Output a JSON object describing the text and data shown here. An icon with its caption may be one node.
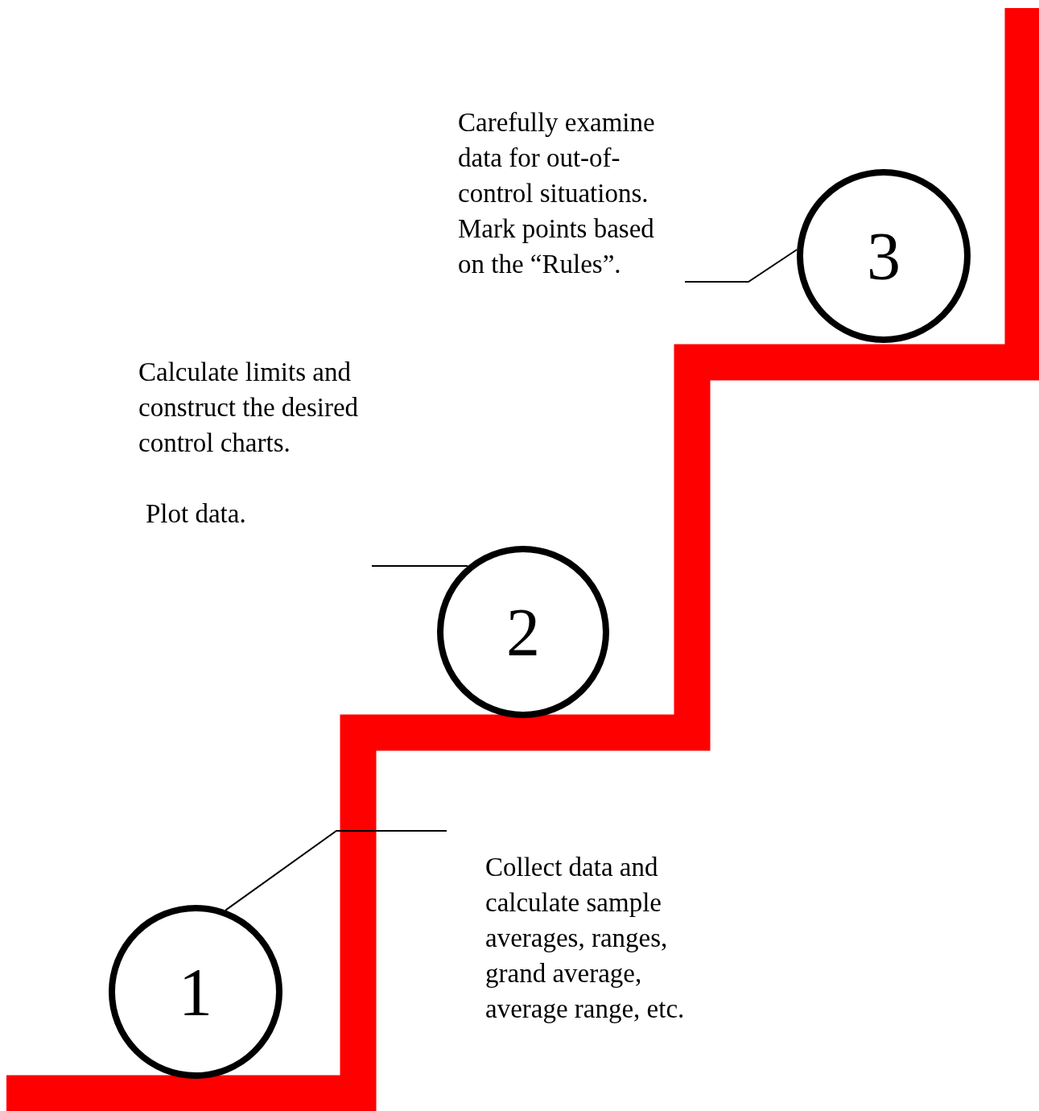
{
  "diagram": {
    "nodes": [
      {
        "text": [
          "Carefully examine data for out-of-control situations. Mark points based on the “Rules”."
        ]
      },
      {
        "text": [
          "3"
        ]
      },
      {
        "text": [
          "Calculate limits and construct the desired control charts.",
          "Plot data."
        ]
      },
      {
        "text": [
          "2"
        ]
      },
      {
        "text": [
          "1"
        ]
      },
      {
        "text": [
          "Collect data and calculate sample averages, ranges, grand average, average range, etc."
        ]
      }
    ],
    "edges": [
      {
        "from": 1,
        "to": 0,
        "arrow": "none"
      },
      {
        "from": 3,
        "to": 2,
        "arrow": "none"
      },
      {
        "from": 4,
        "to": 5,
        "arrow": "none"
      }
    ]
  }
}
